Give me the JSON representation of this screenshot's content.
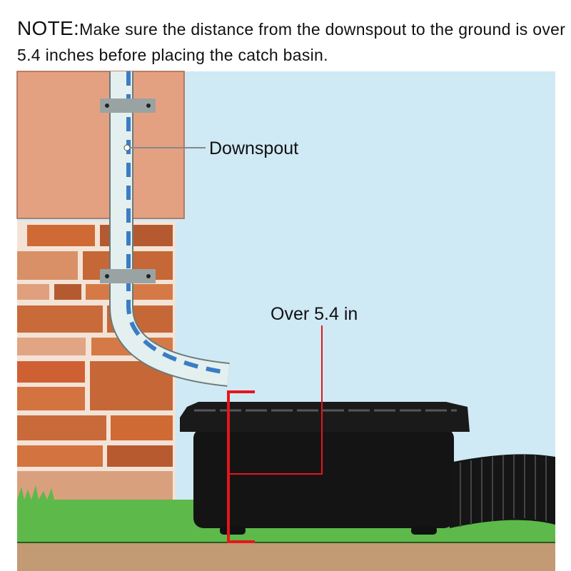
{
  "note": {
    "lead": "NOTE:",
    "text": "Make sure the distance from the downspout to the ground is over 5.4 inches before placing the catch basin."
  },
  "labels": {
    "downspout": "Downspout",
    "height": "Over 5.4 in"
  },
  "colors": {
    "sky": "#cfe9f5",
    "plaster": "#e4a182",
    "brick": "#c96a3a",
    "grass": "#5db94a",
    "ground": "#c29a74",
    "pipe": "#e3f0ef",
    "pipe_dash": "#3b7cc4",
    "measure": "#e5161b",
    "basin": "#111111"
  }
}
